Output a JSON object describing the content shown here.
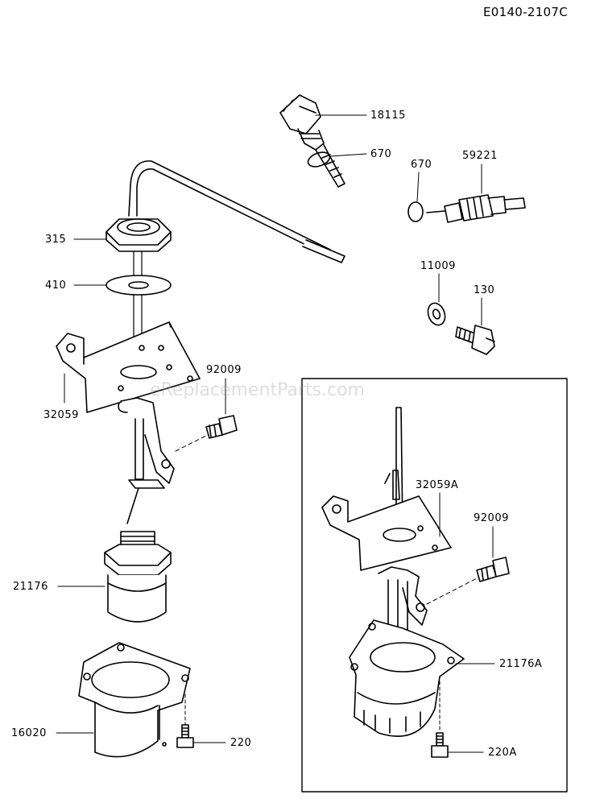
{
  "diagram_code": "E0140-2107C",
  "watermark": "eReplacementParts.com",
  "part_labels": {
    "p18115": "18115",
    "p670a": "670",
    "p670b": "670",
    "p59221": "59221",
    "p315": "315",
    "p410": "410",
    "p11009": "11009",
    "p130": "130",
    "p92009a": "92009",
    "p32059": "32059",
    "p32059A": "32059A",
    "p92009b": "92009",
    "p21176": "21176",
    "p21176A": "21176A",
    "p16020": "16020",
    "p220": "220",
    "p220A": "220A"
  }
}
